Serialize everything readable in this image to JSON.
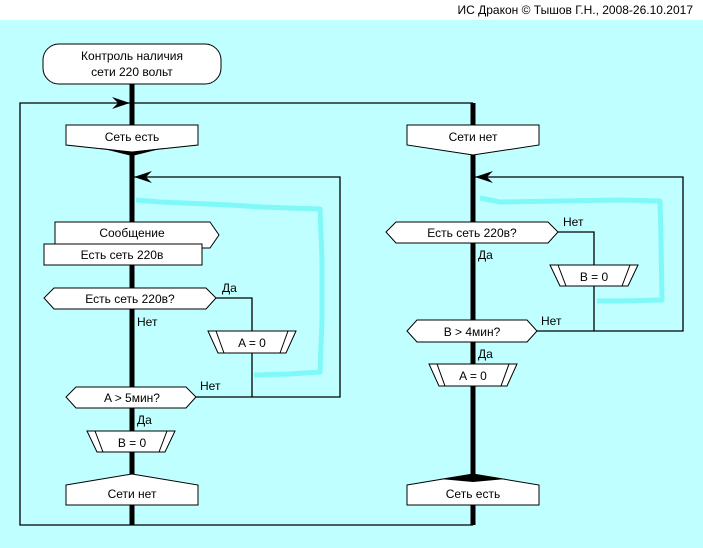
{
  "header": {
    "credit": "ИС Дракон © Тышов Г.Н., 2008-26.10.2017"
  },
  "colors": {
    "background": "#c0ffff",
    "highlight": "#7ff8f8",
    "shape_fill": "#ffffff",
    "line": "#000000"
  },
  "diagram": {
    "title": {
      "line1": "Контроль наличия",
      "line2": "сети 220 вольт"
    },
    "left_branch": {
      "header": "Сеть есть",
      "output_label": "Сообщение",
      "output_value": "Есть сеть 220в",
      "question1": "Есть сеть 220в?",
      "q1_yes": "Да",
      "q1_no": "Нет",
      "action1": "A = 0",
      "question2": "A > 5мин?",
      "q2_no": "Нет",
      "q2_yes": "Да",
      "action2": "B = 0",
      "address": "Сети нет"
    },
    "right_branch": {
      "header": "Сети нет",
      "question1": "Есть сеть 220в?",
      "q1_no": "Нет",
      "q1_yes": "Да",
      "action1": "B = 0",
      "question2": "B > 4мин?",
      "q2_no": "Нет",
      "q2_yes": "Да",
      "action2": "A = 0",
      "address": "Сеть есть"
    }
  }
}
